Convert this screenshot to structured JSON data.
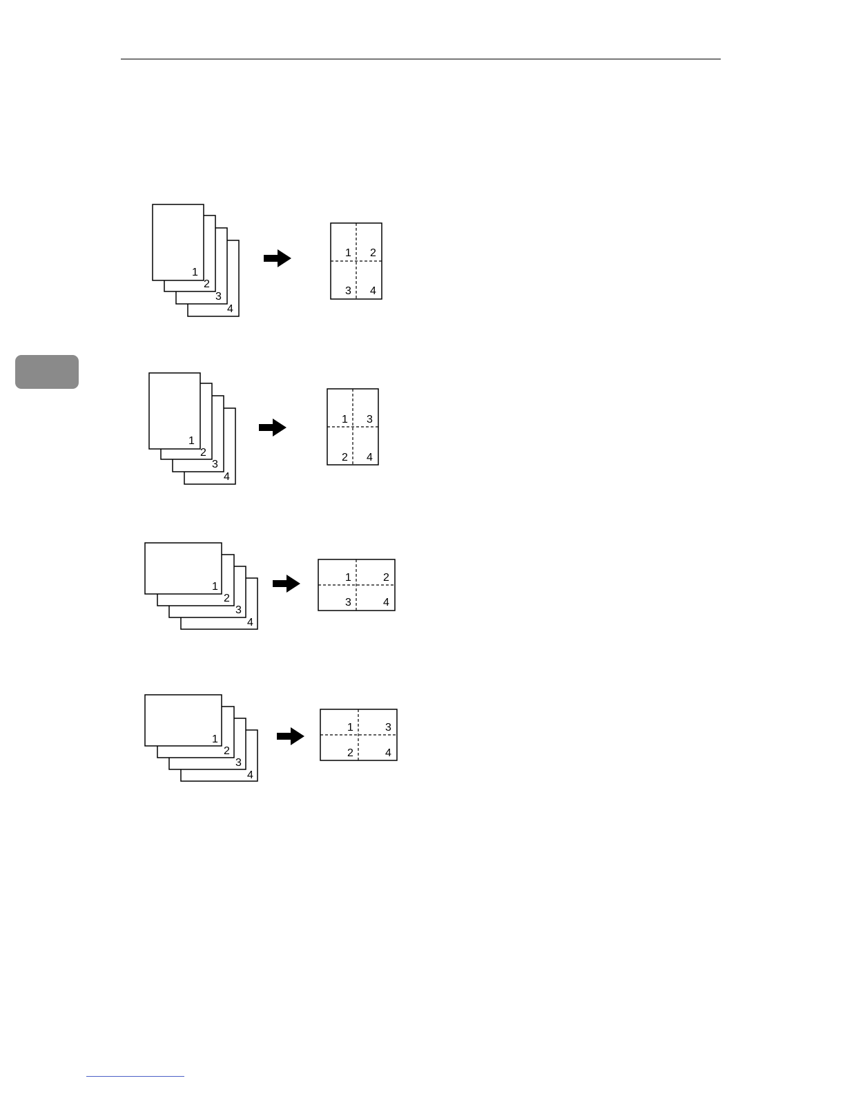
{
  "diagrams": [
    {
      "id": "portrait-left-to-right",
      "originals": [
        "1",
        "2",
        "3",
        "4"
      ],
      "combined": {
        "top_left": "1",
        "top_right": "2",
        "bottom_left": "3",
        "bottom_right": "4"
      }
    },
    {
      "id": "portrait-top-to-bottom",
      "originals": [
        "1",
        "2",
        "3",
        "4"
      ],
      "combined": {
        "top_left": "1",
        "top_right": "3",
        "bottom_left": "2",
        "bottom_right": "4"
      }
    },
    {
      "id": "landscape-left-to-right",
      "originals": [
        "1",
        "2",
        "3",
        "4"
      ],
      "combined": {
        "top_left": "1",
        "top_right": "2",
        "bottom_left": "3",
        "bottom_right": "4"
      }
    },
    {
      "id": "landscape-top-to-bottom",
      "originals": [
        "1",
        "2",
        "3",
        "4"
      ],
      "combined": {
        "top_left": "1",
        "top_right": "3",
        "bottom_left": "2",
        "bottom_right": "4"
      }
    }
  ],
  "colors": {
    "chapter_tab": "#8a8a8a",
    "line": "#000000",
    "footer_link": "#4a5fc6"
  }
}
